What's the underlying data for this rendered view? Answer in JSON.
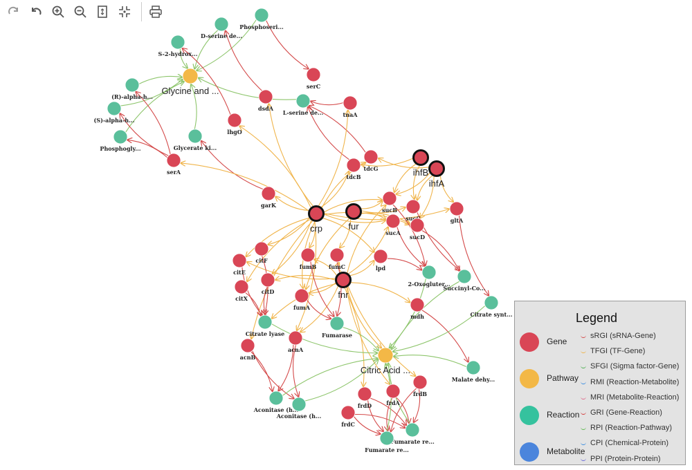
{
  "toolbar": {
    "buttons": [
      {
        "name": "redo-button",
        "icon": "redo-icon"
      },
      {
        "name": "undo-button",
        "icon": "undo-icon"
      },
      {
        "name": "zoom-in-button",
        "icon": "zoom-in-icon"
      },
      {
        "name": "zoom-out-button",
        "icon": "zoom-out-icon"
      },
      {
        "name": "fit-page-button",
        "icon": "fit-page-icon"
      },
      {
        "name": "center-button",
        "icon": "center-icon"
      },
      {
        "name": "print-button",
        "icon": "print-icon"
      }
    ]
  },
  "colors": {
    "gene": "#d94656",
    "pathway": "#f3b847",
    "reaction": "#5abf9b",
    "metabolite": "#4b85dc",
    "edge_tfgi": "#f0b44a",
    "edge_mri": "#e06b5a",
    "edge_grl": "#d44a4a",
    "edge_rpi": "#8dc56b"
  },
  "graph": {
    "nodes": [
      {
        "id": "n_dserine",
        "label": "D-serine de...",
        "type": "reaction"
      },
      {
        "id": "n_phosphoseri",
        "label": "Phosphoseri...",
        "type": "reaction"
      },
      {
        "id": "n_s2hydrox",
        "label": "S-2-hydrox...",
        "type": "reaction"
      },
      {
        "id": "n_glycine",
        "label": "Glycine and ...",
        "type": "pathway"
      },
      {
        "id": "n_serc",
        "label": "serC",
        "type": "gene"
      },
      {
        "id": "n_ralpha",
        "label": "(R)-alpha-h...",
        "type": "reaction"
      },
      {
        "id": "n_salpha",
        "label": "(S)-alpha-h...",
        "type": "reaction"
      },
      {
        "id": "n_dsda",
        "label": "dsdA",
        "type": "gene"
      },
      {
        "id": "n_lserine",
        "label": "L-serine de...",
        "type": "reaction"
      },
      {
        "id": "n_tnaa",
        "label": "tnaA",
        "type": "gene"
      },
      {
        "id": "n_lhgo",
        "label": "lhgO",
        "type": "gene"
      },
      {
        "id": "n_phosphogly",
        "label": "Phosphogly...",
        "type": "reaction"
      },
      {
        "id": "n_glycerate",
        "label": "Glycerate ki...",
        "type": "reaction"
      },
      {
        "id": "n_sera",
        "label": "serA",
        "type": "gene"
      },
      {
        "id": "n_tdcg",
        "label": "tdcG",
        "type": "gene"
      },
      {
        "id": "n_tdcb",
        "label": "tdcB",
        "type": "gene"
      },
      {
        "id": "n_ihfb",
        "label": "ihfB",
        "type": "gene",
        "hub": true
      },
      {
        "id": "n_ihfa",
        "label": "ihfA",
        "type": "gene",
        "hub": true
      },
      {
        "id": "n_gark",
        "label": "garK",
        "type": "gene"
      },
      {
        "id": "n_crp",
        "label": "crp",
        "type": "gene",
        "hub": true
      },
      {
        "id": "n_fur",
        "label": "fur",
        "type": "gene",
        "hub": true
      },
      {
        "id": "n_sucb",
        "label": "sucB",
        "type": "gene"
      },
      {
        "id": "n_succ",
        "label": "sucC",
        "type": "gene"
      },
      {
        "id": "n_glta",
        "label": "gltA",
        "type": "gene"
      },
      {
        "id": "n_suca",
        "label": "sucA",
        "type": "gene"
      },
      {
        "id": "n_sucd",
        "label": "sucD",
        "type": "gene"
      },
      {
        "id": "n_cite",
        "label": "citE",
        "type": "gene"
      },
      {
        "id": "n_citf",
        "label": "citF",
        "type": "gene"
      },
      {
        "id": "n_fumb",
        "label": "fumB",
        "type": "gene"
      },
      {
        "id": "n_fumc",
        "label": "fumC",
        "type": "gene"
      },
      {
        "id": "n_lpd",
        "label": "lpd",
        "type": "gene"
      },
      {
        "id": "n_oxoglut",
        "label": "2-Oxogluter...",
        "type": "reaction"
      },
      {
        "id": "n_succinyl",
        "label": "Succinyl-Co...",
        "type": "reaction"
      },
      {
        "id": "n_citx",
        "label": "citX",
        "type": "gene"
      },
      {
        "id": "n_citd",
        "label": "citD",
        "type": "gene"
      },
      {
        "id": "n_fnr",
        "label": "fnr",
        "type": "gene",
        "hub": true
      },
      {
        "id": "n_fuma",
        "label": "fumA",
        "type": "gene"
      },
      {
        "id": "n_mdh",
        "label": "mdh",
        "type": "gene"
      },
      {
        "id": "n_citratesynt",
        "label": "Citrate synt...",
        "type": "reaction"
      },
      {
        "id": "n_citratelyase",
        "label": "Citrate lyase",
        "type": "reaction"
      },
      {
        "id": "n_fumarase",
        "label": "Fumarase",
        "type": "reaction"
      },
      {
        "id": "n_acnb",
        "label": "acnB",
        "type": "gene"
      },
      {
        "id": "n_acna",
        "label": "acnA",
        "type": "gene"
      },
      {
        "id": "n_citric",
        "label": "Citric Acid ...",
        "type": "pathway"
      },
      {
        "id": "n_malate",
        "label": "Malate dehy...",
        "type": "reaction"
      },
      {
        "id": "n_frdb",
        "label": "frdB",
        "type": "gene"
      },
      {
        "id": "n_frdd",
        "label": "frdD",
        "type": "gene"
      },
      {
        "id": "n_frda",
        "label": "frdA",
        "type": "gene"
      },
      {
        "id": "n_aconitase1",
        "label": "Aconitase (h...",
        "type": "reaction"
      },
      {
        "id": "n_aconitase2",
        "label": "Aconitase (h...",
        "type": "reaction"
      },
      {
        "id": "n_frdc",
        "label": "frdC",
        "type": "gene"
      },
      {
        "id": "n_fumarate1",
        "label": "Fumarate re...",
        "type": "reaction"
      },
      {
        "id": "n_fumarate2",
        "label": "Fumarate re...",
        "type": "reaction"
      }
    ],
    "edges": [
      {
        "from": "n_dserine",
        "to": "n_glycine",
        "kind": "rpi"
      },
      {
        "from": "n_phosphoseri",
        "to": "n_glycine",
        "kind": "rpi"
      },
      {
        "from": "n_s2hydrox",
        "to": "n_glycine",
        "kind": "rpi"
      },
      {
        "from": "n_ralpha",
        "to": "n_glycine",
        "kind": "rpi"
      },
      {
        "from": "n_salpha",
        "to": "n_glycine",
        "kind": "rpi"
      },
      {
        "from": "n_phosphogly",
        "to": "n_glycine",
        "kind": "rpi"
      },
      {
        "from": "n_glycerate",
        "to": "n_glycine",
        "kind": "rpi"
      },
      {
        "from": "n_lserine",
        "to": "n_glycine",
        "kind": "rpi"
      },
      {
        "from": "n_phosphoseri",
        "to": "n_serc",
        "kind": "grl"
      },
      {
        "from": "n_dsda",
        "to": "n_dserine",
        "kind": "grl"
      },
      {
        "from": "n_lhgo",
        "to": "n_s2hydrox",
        "kind": "grl"
      },
      {
        "from": "n_tnaa",
        "to": "n_lserine",
        "kind": "grl"
      },
      {
        "from": "n_tdcg",
        "to": "n_lserine",
        "kind": "grl"
      },
      {
        "from": "n_tdcb",
        "to": "n_lserine",
        "kind": "grl"
      },
      {
        "from": "n_sera",
        "to": "n_phosphogly",
        "kind": "grl"
      },
      {
        "from": "n_sera",
        "to": "n_salpha",
        "kind": "grl"
      },
      {
        "from": "n_sera",
        "to": "n_ralpha",
        "kind": "grl"
      },
      {
        "from": "n_gark",
        "to": "n_glycerate",
        "kind": "grl"
      },
      {
        "from": "n_crp",
        "to": "n_sera",
        "kind": "tfgi"
      },
      {
        "from": "n_crp",
        "to": "n_dsda",
        "kind": "tfgi"
      },
      {
        "from": "n_crp",
        "to": "n_lhgo",
        "kind": "tfgi"
      },
      {
        "from": "n_crp",
        "to": "n_gark",
        "kind": "tfgi"
      },
      {
        "from": "n_crp",
        "to": "n_tdcb",
        "kind": "tfgi"
      },
      {
        "from": "n_crp",
        "to": "n_tdcg",
        "kind": "tfgi"
      },
      {
        "from": "n_crp",
        "to": "n_tnaa",
        "kind": "tfgi"
      },
      {
        "from": "n_crp",
        "to": "n_sucb",
        "kind": "tfgi"
      },
      {
        "from": "n_crp",
        "to": "n_suca",
        "kind": "tfgi"
      },
      {
        "from": "n_crp",
        "to": "n_citf",
        "kind": "tfgi"
      },
      {
        "from": "n_crp",
        "to": "n_cite",
        "kind": "tfgi"
      },
      {
        "from": "n_crp",
        "to": "n_citd",
        "kind": "tfgi"
      },
      {
        "from": "n_crp",
        "to": "n_citx",
        "kind": "tfgi"
      },
      {
        "from": "n_crp",
        "to": "n_fumb",
        "kind": "tfgi"
      },
      {
        "from": "n_crp",
        "to": "n_fuma",
        "kind": "tfgi"
      },
      {
        "from": "n_crp",
        "to": "n_acna",
        "kind": "tfgi"
      },
      {
        "from": "n_crp",
        "to": "n_acnb",
        "kind": "tfgi"
      },
      {
        "from": "n_crp",
        "to": "n_lpd",
        "kind": "tfgi"
      },
      {
        "from": "n_crp",
        "to": "n_glta",
        "kind": "tfgi"
      },
      {
        "from": "n_crp",
        "to": "n_sucd",
        "kind": "tfgi"
      },
      {
        "from": "n_ihfb",
        "to": "n_sucb",
        "kind": "tfgi"
      },
      {
        "from": "n_ihfb",
        "to": "n_tdcb",
        "kind": "tfgi"
      },
      {
        "from": "n_ihfb",
        "to": "n_succ",
        "kind": "tfgi"
      },
      {
        "from": "n_ihfa",
        "to": "n_sucb",
        "kind": "tfgi"
      },
      {
        "from": "n_ihfa",
        "to": "n_glta",
        "kind": "tfgi"
      },
      {
        "from": "n_ihfa",
        "to": "n_tdcg",
        "kind": "tfgi"
      },
      {
        "from": "n_ihfa",
        "to": "n_succ",
        "kind": "tfgi"
      },
      {
        "from": "n_ihfa",
        "to": "n_sucd",
        "kind": "tfgi"
      },
      {
        "from": "n_fur",
        "to": "n_sucb",
        "kind": "tfgi"
      },
      {
        "from": "n_fur",
        "to": "n_suca",
        "kind": "tfgi"
      },
      {
        "from": "n_fur",
        "to": "n_succ",
        "kind": "tfgi"
      },
      {
        "from": "n_fur",
        "to": "n_fumc",
        "kind": "tfgi"
      },
      {
        "from": "n_fur",
        "to": "n_fuma",
        "kind": "tfgi"
      },
      {
        "from": "n_fur",
        "to": "n_sucd",
        "kind": "tfgi"
      },
      {
        "from": "n_fnr",
        "to": "n_fumb",
        "kind": "tfgi"
      },
      {
        "from": "n_fnr",
        "to": "n_fumc",
        "kind": "tfgi"
      },
      {
        "from": "n_fnr",
        "to": "n_suca",
        "kind": "tfgi"
      },
      {
        "from": "n_fnr",
        "to": "n_sucb",
        "kind": "tfgi"
      },
      {
        "from": "n_fnr",
        "to": "n_lpd",
        "kind": "tfgi"
      },
      {
        "from": "n_fnr",
        "to": "n_mdh",
        "kind": "tfgi"
      },
      {
        "from": "n_fnr",
        "to": "n_citd",
        "kind": "tfgi"
      },
      {
        "from": "n_fnr",
        "to": "n_acna",
        "kind": "tfgi"
      },
      {
        "from": "n_fnr",
        "to": "n_frdb",
        "kind": "tfgi"
      },
      {
        "from": "n_fnr",
        "to": "n_frdd",
        "kind": "tfgi"
      },
      {
        "from": "n_fnr",
        "to": "n_frda",
        "kind": "tfgi"
      },
      {
        "from": "n_fnr",
        "to": "n_fuma",
        "kind": "tfgi"
      },
      {
        "from": "n_fnr",
        "to": "n_citratelyase",
        "kind": "tfgi"
      },
      {
        "from": "n_fnr",
        "to": "n_cite",
        "kind": "tfgi"
      },
      {
        "from": "n_fnr",
        "to": "n_citric",
        "kind": "tfgi"
      },
      {
        "from": "n_sucb",
        "to": "n_oxoglut",
        "kind": "grl"
      },
      {
        "from": "n_suca",
        "to": "n_oxoglut",
        "kind": "grl"
      },
      {
        "from": "n_lpd",
        "to": "n_oxoglut",
        "kind": "grl"
      },
      {
        "from": "n_succ",
        "to": "n_succinyl",
        "kind": "grl"
      },
      {
        "from": "n_sucd",
        "to": "n_succinyl",
        "kind": "grl"
      },
      {
        "from": "n_glta",
        "to": "n_citratesynt",
        "kind": "grl"
      },
      {
        "from": "n_mdh",
        "to": "n_malate",
        "kind": "grl"
      },
      {
        "from": "n_cite",
        "to": "n_citratelyase",
        "kind": "grl"
      },
      {
        "from": "n_citf",
        "to": "n_citratelyase",
        "kind": "grl"
      },
      {
        "from": "n_citd",
        "to": "n_citratelyase",
        "kind": "grl"
      },
      {
        "from": "n_citx",
        "to": "n_citratelyase",
        "kind": "grl"
      },
      {
        "from": "n_fumb",
        "to": "n_fumarase",
        "kind": "grl"
      },
      {
        "from": "n_fumc",
        "to": "n_fumarase",
        "kind": "grl"
      },
      {
        "from": "n_fuma",
        "to": "n_fumarase",
        "kind": "grl"
      },
      {
        "from": "n_acnb",
        "to": "n_aconitase1",
        "kind": "grl"
      },
      {
        "from": "n_acnb",
        "to": "n_aconitase2",
        "kind": "grl"
      },
      {
        "from": "n_acna",
        "to": "n_aconitase1",
        "kind": "grl"
      },
      {
        "from": "n_acna",
        "to": "n_aconitase2",
        "kind": "grl"
      },
      {
        "from": "n_frdb",
        "to": "n_fumarate1",
        "kind": "grl"
      },
      {
        "from": "n_frdb",
        "to": "n_fumarate2",
        "kind": "grl"
      },
      {
        "from": "n_frdd",
        "to": "n_fumarate1",
        "kind": "grl"
      },
      {
        "from": "n_frdd",
        "to": "n_fumarate2",
        "kind": "grl"
      },
      {
        "from": "n_frda",
        "to": "n_fumarate1",
        "kind": "grl"
      },
      {
        "from": "n_frda",
        "to": "n_fumarate2",
        "kind": "grl"
      },
      {
        "from": "n_frdc",
        "to": "n_fumarate1",
        "kind": "grl"
      },
      {
        "from": "n_frdc",
        "to": "n_fumarate2",
        "kind": "grl"
      },
      {
        "from": "n_oxoglut",
        "to": "n_citric",
        "kind": "rpi"
      },
      {
        "from": "n_succinyl",
        "to": "n_citric",
        "kind": "rpi"
      },
      {
        "from": "n_citratesynt",
        "to": "n_citric",
        "kind": "rpi"
      },
      {
        "from": "n_citratelyase",
        "to": "n_citric",
        "kind": "rpi"
      },
      {
        "from": "n_fumarase",
        "to": "n_citric",
        "kind": "rpi"
      },
      {
        "from": "n_malate",
        "to": "n_citric",
        "kind": "rpi"
      },
      {
        "from": "n_aconitase1",
        "to": "n_citric",
        "kind": "rpi"
      },
      {
        "from": "n_aconitase2",
        "to": "n_citric",
        "kind": "rpi"
      },
      {
        "from": "n_fumarate1",
        "to": "n_citric",
        "kind": "rpi"
      },
      {
        "from": "n_fumarate2",
        "to": "n_citric",
        "kind": "rpi"
      }
    ]
  },
  "legend": {
    "title": "Legend",
    "node_types": [
      {
        "label": "Gene",
        "color": "#d94656"
      },
      {
        "label": "Pathway",
        "color": "#f3b847"
      },
      {
        "label": "Reaction",
        "color": "#35c29e"
      },
      {
        "label": "Metabolite",
        "color": "#4b85dc"
      }
    ],
    "edge_types": [
      {
        "label": "sRGI (sRNA-Gene)",
        "color": "#d44a4a"
      },
      {
        "label": "TFGI (TF-Gene)",
        "color": "#f0b44a"
      },
      {
        "label": "SFGI (Sigma factor-Gene)",
        "color": "#4caf50"
      },
      {
        "label": "RMI (Reaction-Metabolite)",
        "color": "#3b8de0"
      },
      {
        "label": "MRI (Metabolite-Reaction)",
        "color": "#e06b8a"
      },
      {
        "label": "GRI (Gene-Reaction)",
        "color": "#d43a3a"
      },
      {
        "label": "RPI (Reaction-Pathway)",
        "color": "#5fb94f"
      },
      {
        "label": "CPI (Chemical-Protein)",
        "color": "#3b8de0"
      },
      {
        "label": "PPI (Protein-Protein)",
        "color": "#6a6ad8"
      }
    ]
  }
}
